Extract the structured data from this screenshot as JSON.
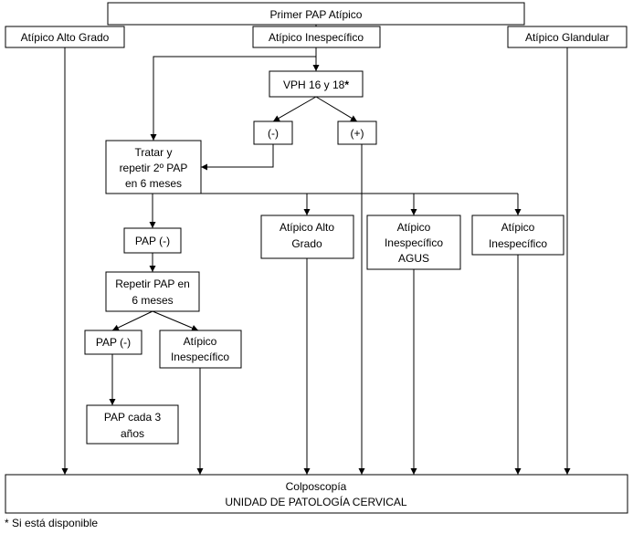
{
  "nodes": {
    "primer_pap": "Primer PAP Atípico",
    "atipico_alto_grado": "Atípico Alto Grado",
    "atipico_inespecifico": "Atípico Inespecífico",
    "atipico_glandular": "Atípico Glandular",
    "vph": [
      "VPH 16 y 18",
      "*"
    ],
    "neg": "(-)",
    "pos": "(+)",
    "tratar": [
      "Tratar y",
      "repetir 2º PAP",
      "en 6 meses"
    ],
    "atipico_alto_grado_2": [
      "Atípico Alto",
      "Grado"
    ],
    "atipico_inespecifico_agus": [
      "Atípico",
      "Inespecífico",
      "AGUS"
    ],
    "atipico_inespecifico_2": [
      "Atípico",
      "Inespecífico"
    ],
    "pap_neg": "PAP (-)",
    "repetir_pap": [
      "Repetir PAP en",
      "6 meses"
    ],
    "pap_neg_2": "PAP (-)",
    "atipico_inespecifico_3": [
      "Atípico",
      "Inespecífico"
    ],
    "pap_cada_3": [
      "PAP cada 3",
      "años"
    ],
    "colposcopia": [
      "Colposcopía",
      "UNIDAD DE PATOLOGÍA CERVICAL"
    ]
  },
  "footnote": "* Si está disponible"
}
